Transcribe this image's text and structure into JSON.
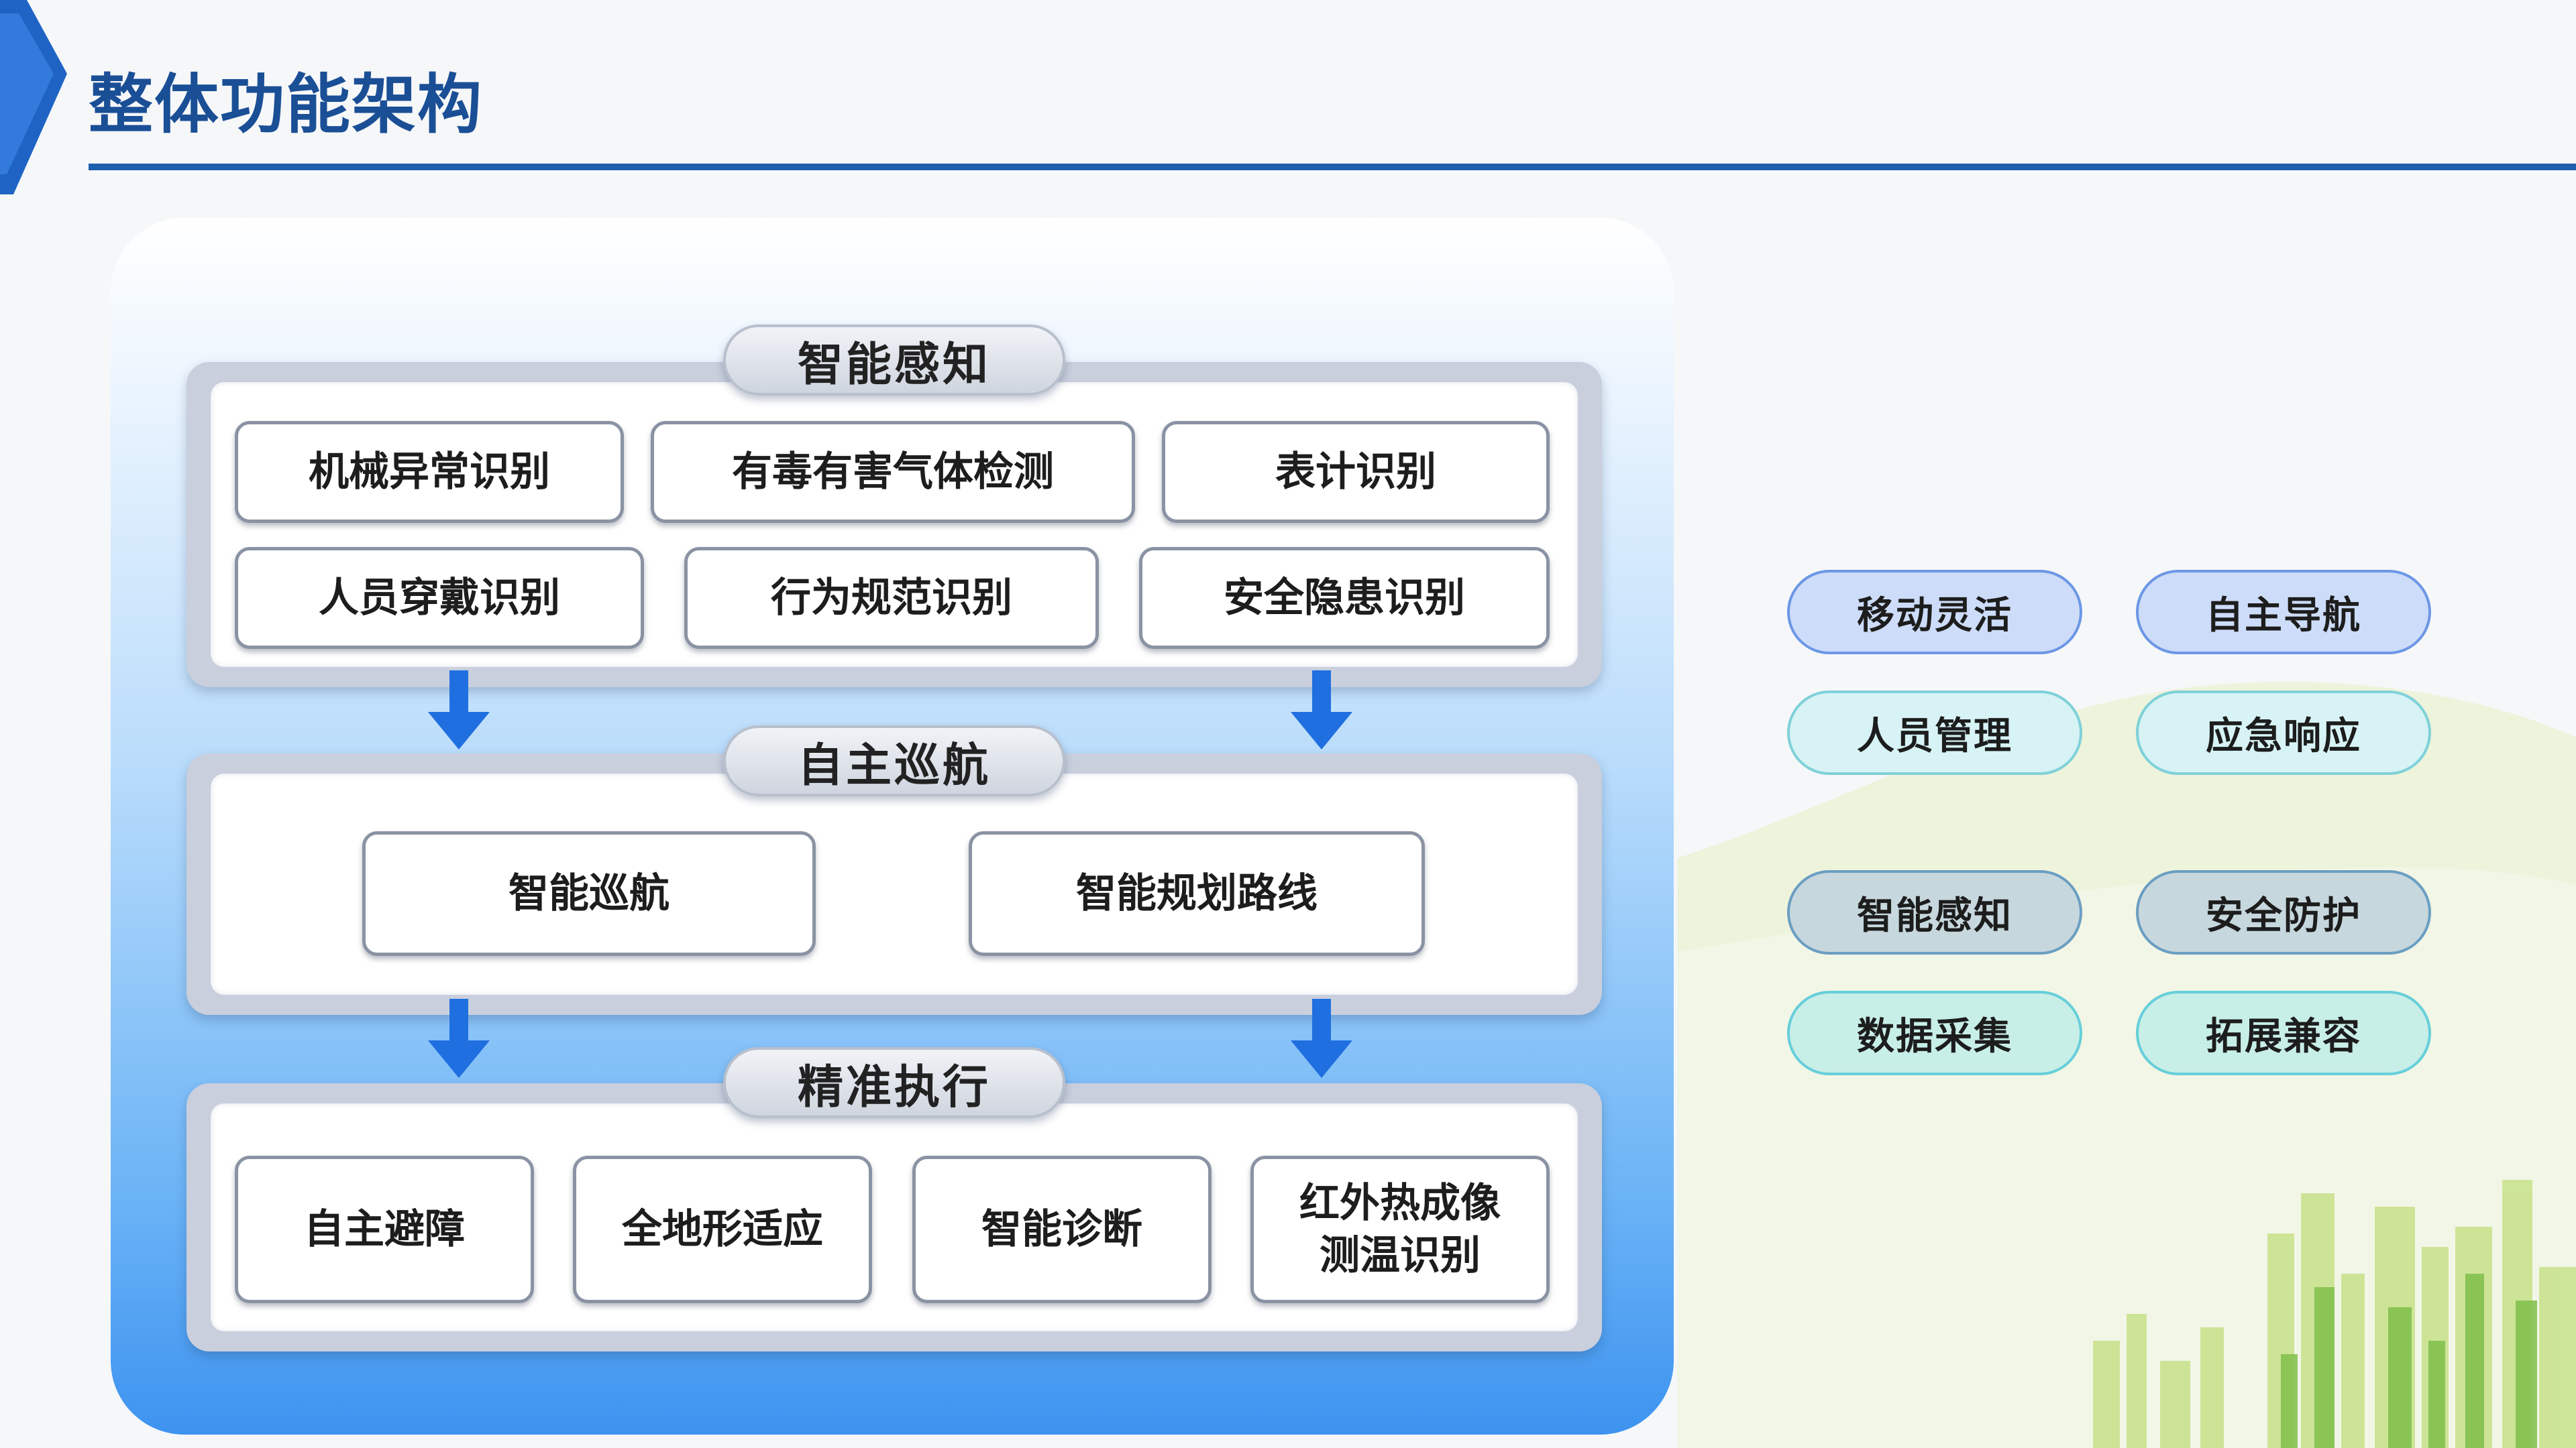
{
  "page": {
    "title": "整体功能架构"
  },
  "colors": {
    "title": "#1a4f96",
    "rule": "#1f5fad",
    "arrow": "#1f6fe0",
    "node_border": "#8a93a3",
    "pill_blue": "#cddcf8",
    "pill_cyan": "#d7f3f5",
    "pill_gray": "#c7d7de",
    "pill_aqua": "#c8eee8"
  },
  "diagram": {
    "sections": [
      {
        "label": "智能感知",
        "nodes": [
          "机械异常识别",
          "有毒有害气体检测",
          "表计识别",
          "人员穿戴识别",
          "行为规范识别",
          "安全隐患识别"
        ]
      },
      {
        "label": "自主巡航",
        "nodes": [
          "智能巡航",
          "智能规划路线"
        ]
      },
      {
        "label": "精准执行",
        "nodes": [
          "自主避障",
          "全地形适应",
          "智能诊断",
          "红外热成像\n测温识别"
        ]
      }
    ]
  },
  "features": [
    {
      "label": "移动灵活",
      "style": "blue"
    },
    {
      "label": "自主导航",
      "style": "blue"
    },
    {
      "label": "人员管理",
      "style": "cyan"
    },
    {
      "label": "应急响应",
      "style": "cyan"
    },
    {
      "label": "智能感知",
      "style": "gray"
    },
    {
      "label": "安全防护",
      "style": "gray"
    },
    {
      "label": "数据采集",
      "style": "aqua"
    },
    {
      "label": "拓展兼容",
      "style": "aqua"
    }
  ],
  "icons": {
    "header": "chevron-right-icon",
    "flow": "arrow-down-icon",
    "background": "city-skyline-icon"
  }
}
